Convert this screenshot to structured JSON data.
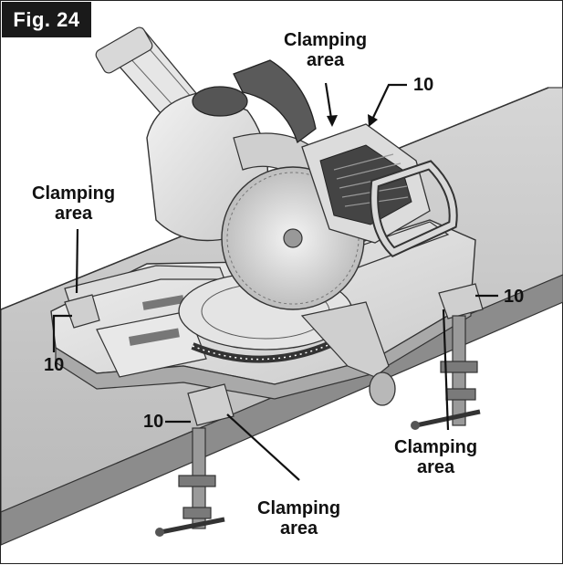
{
  "figure": {
    "tag": "Fig. 24"
  },
  "callouts": {
    "top": {
      "line1": "Clamping",
      "line2": "area"
    },
    "left": {
      "line1": "Clamping",
      "line2": "area"
    },
    "right_bottom": {
      "line1": "Clamping",
      "line2": "area"
    },
    "bottom": {
      "line1": "Clamping",
      "line2": "area"
    }
  },
  "numbers": {
    "top": "10",
    "left": "10",
    "right": "10",
    "bottom_left": "10"
  }
}
